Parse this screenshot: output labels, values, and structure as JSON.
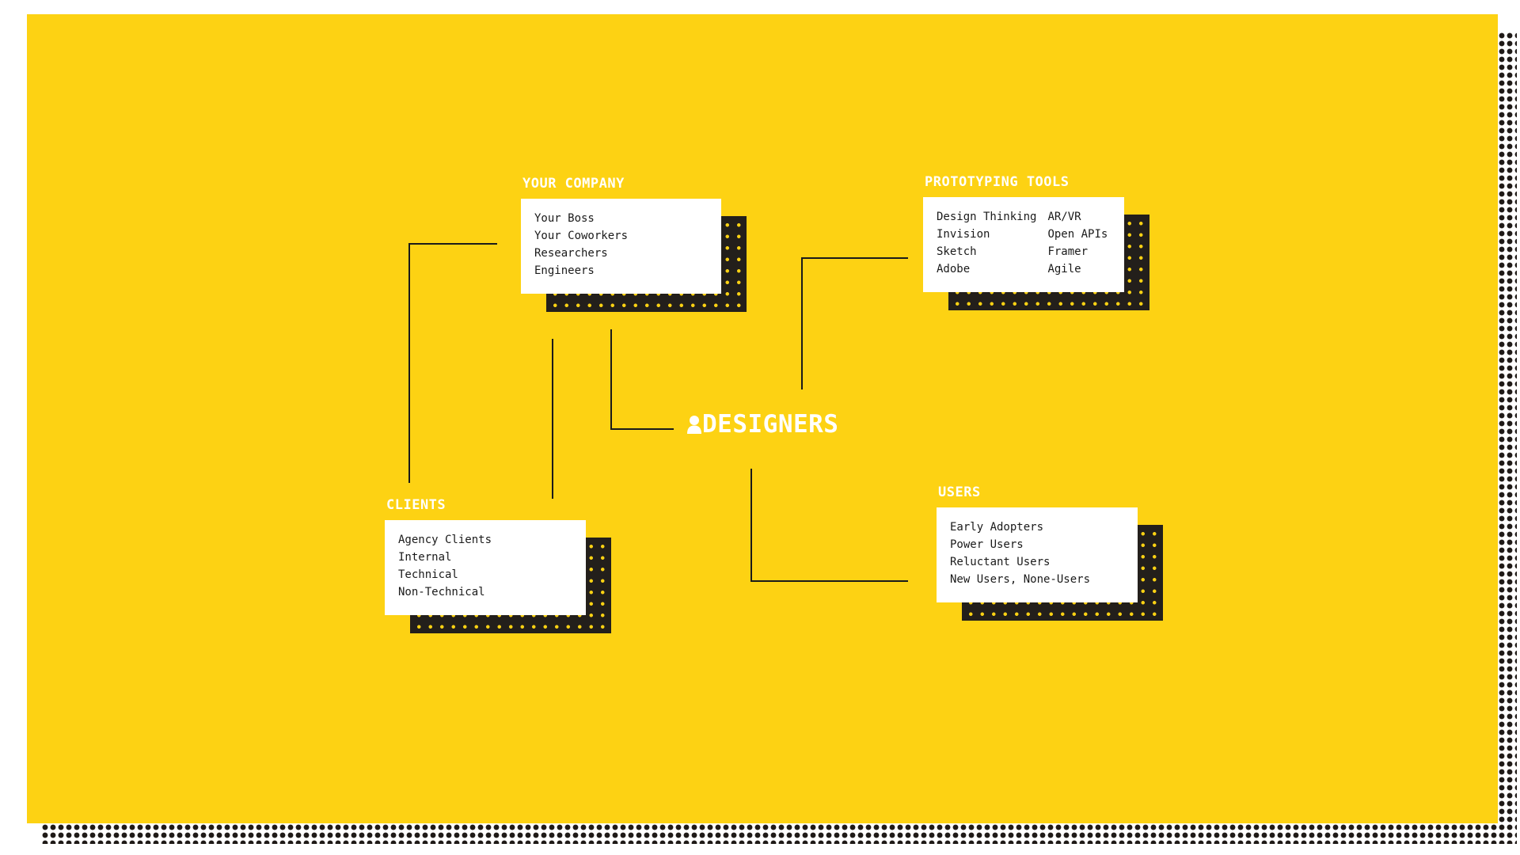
{
  "center": {
    "label": "DESIGNERS",
    "icon": "person-icon"
  },
  "groups": {
    "your_company": {
      "title": "YOUR COMPANY",
      "items": [
        "Your Boss",
        "Your Coworkers",
        "Researchers",
        "Engineers"
      ]
    },
    "prototyping_tools": {
      "title": "PROTOTYPING TOOLS",
      "column_1": [
        "Design Thinking",
        "Invision",
        "Sketch",
        "Adobe"
      ],
      "column_2": [
        "AR/VR",
        "Open APIs",
        "Framer",
        "Agile"
      ]
    },
    "clients": {
      "title": "CLIENTS",
      "items": [
        "Agency Clients",
        "Internal",
        "Technical",
        "Non-Technical"
      ]
    },
    "users": {
      "title": "USERS",
      "items": [
        "Early Adopters",
        "Power Users",
        "Reluctant Users",
        "New Users, None-Users"
      ]
    }
  },
  "colors": {
    "background": "#fdd213",
    "card": "#ffffff",
    "card_shadow": "#231f1b",
    "heading_text": "#ffffff",
    "connector": "#1a1a1a"
  }
}
